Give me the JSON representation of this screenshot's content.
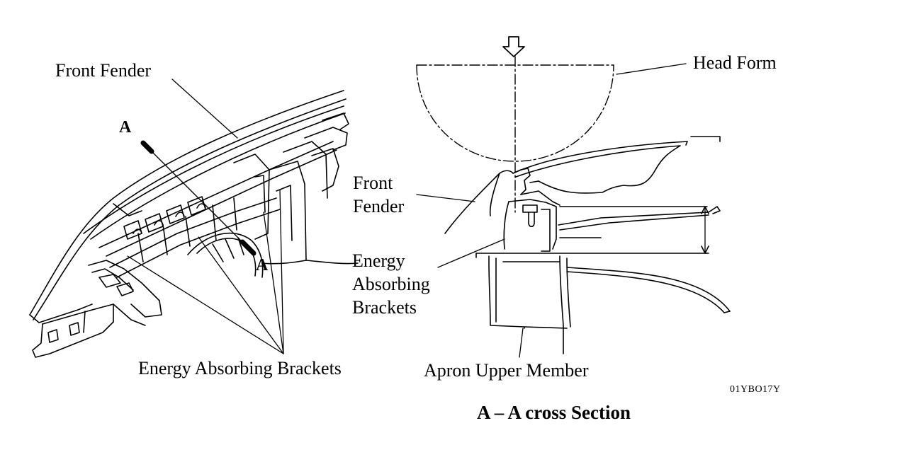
{
  "labels": {
    "front_fender_left": "Front Fender",
    "front_fender_right": "Front\nFender",
    "head_form": "Head Form",
    "energy_brackets_left": "Energy Absorbing Brackets",
    "energy_brackets_right": "Energy\nAbsorbing\nBrackets",
    "apron_upper_member": "Apron Upper Member",
    "section_marker_top": "A",
    "section_marker_bottom": "A",
    "figure_code": "01YBO17Y",
    "section_title": "A – A cross Section"
  },
  "colors": {
    "ink": "#000000",
    "paper": "#ffffff"
  },
  "icons": {
    "impact_direction": "down-arrow-icon"
  }
}
